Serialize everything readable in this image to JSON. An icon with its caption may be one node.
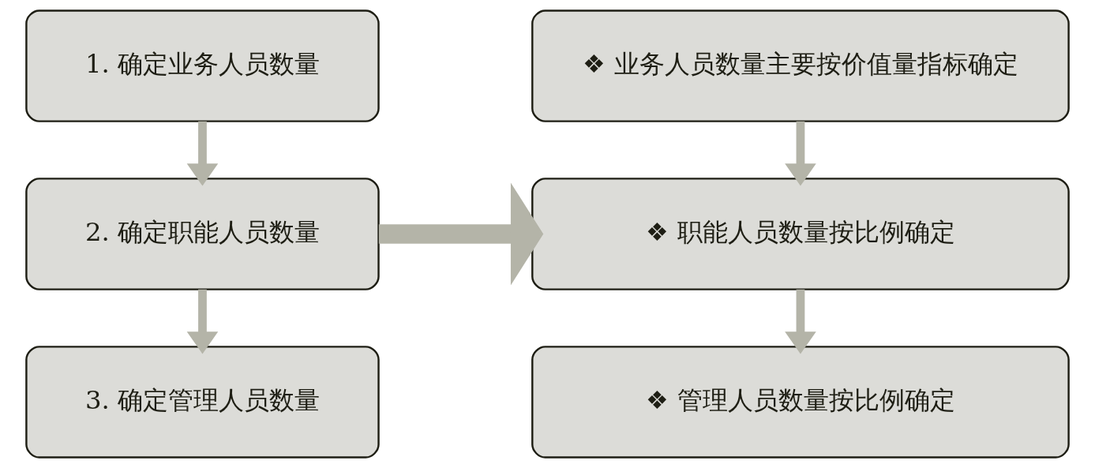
{
  "diagram": {
    "nodes": [
      {
        "text": [
          "1. 确定业务人员数量"
        ]
      },
      {
        "text": [
          "2. 确定职能人员数量"
        ]
      },
      {
        "text": [
          "3. 确定管理人员数量"
        ]
      },
      {
        "text": [
          "❖ 业务人员数量主要按价值量指标确定"
        ]
      },
      {
        "text": [
          "❖ 职能人员数量按比例确定"
        ]
      },
      {
        "text": [
          "❖ 管理人员数量按比例确定"
        ]
      }
    ],
    "edges": [
      {
        "from": 0,
        "to": 1,
        "arrow": "to"
      },
      {
        "from": 1,
        "to": 2,
        "arrow": "to"
      },
      {
        "from": 1,
        "to": 4,
        "arrow": "to",
        "style": "thick"
      },
      {
        "from": 3,
        "to": 4,
        "arrow": "to"
      },
      {
        "from": 4,
        "to": 5,
        "arrow": "to"
      }
    ]
  }
}
